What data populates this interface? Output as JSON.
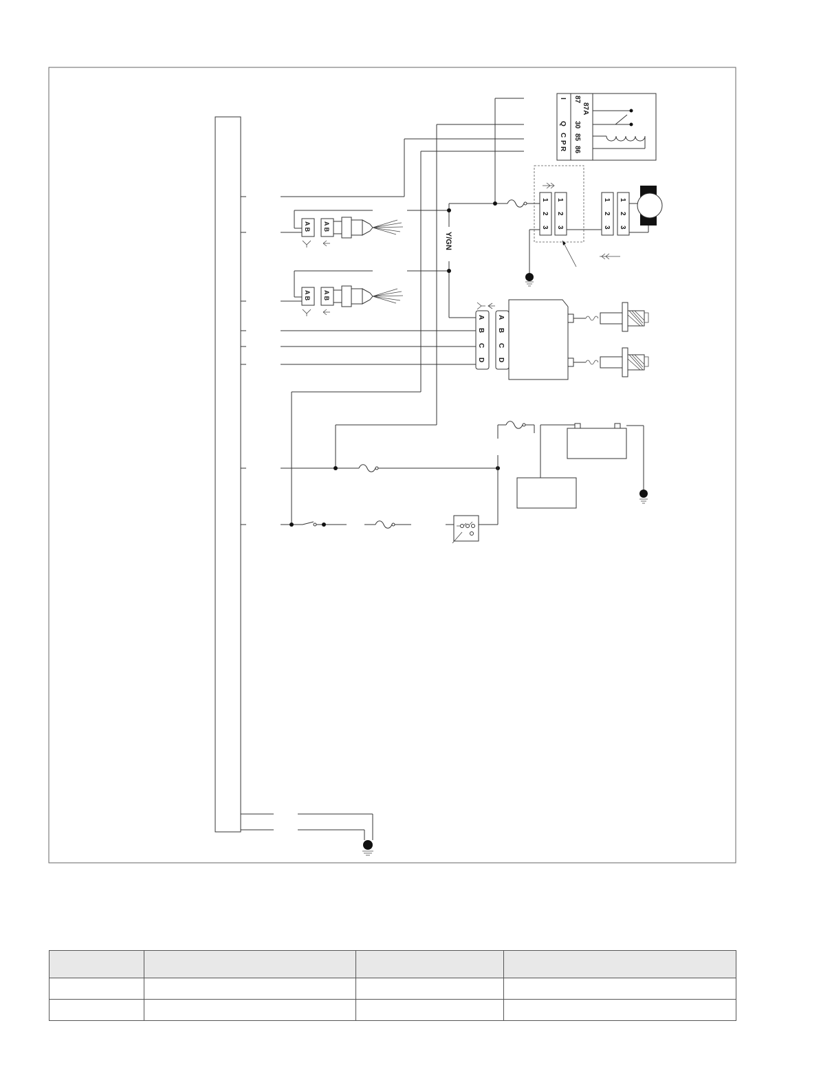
{
  "diagram": {
    "wire_label": "Y/GN",
    "relay": {
      "pins_left": [
        "I",
        "Q",
        "C",
        "P",
        "R"
      ],
      "pins_right": [
        "87",
        "87A",
        "30",
        "85",
        "86"
      ]
    },
    "connector_pins_123": [
      "1",
      "2",
      "3"
    ],
    "sensor_pins": "A B",
    "ecu_pins": [
      "A",
      "B",
      "C",
      "D"
    ]
  },
  "table": {
    "headers": [
      "",
      "",
      "",
      ""
    ],
    "rows": [
      [
        "",
        "",
        "",
        ""
      ],
      [
        "",
        "",
        "",
        ""
      ]
    ]
  }
}
